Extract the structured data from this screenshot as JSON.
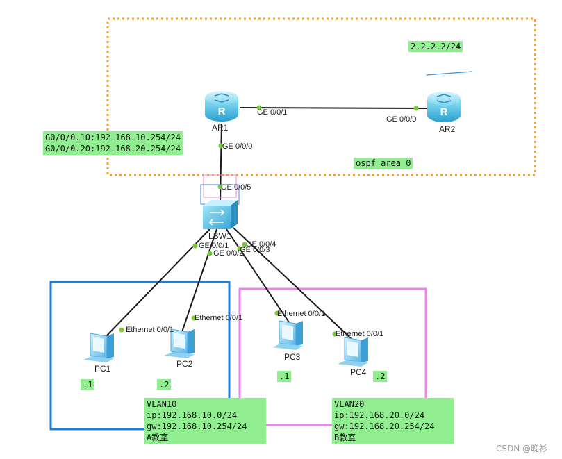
{
  "devices": {
    "ar1": "AR1",
    "ar2": "AR2",
    "lsw1": "LSW1",
    "pc1": "PC1",
    "pc2": "PC2",
    "pc3": "PC3",
    "pc4": "PC4"
  },
  "ports": {
    "ar1_to_ar2": "GE 0/0/1",
    "ar2_to_ar1": "GE 0/0/0",
    "ar1_to_lsw": "GE 0/0/0",
    "lsw_to_ar1": "GE 0/0/5",
    "lsw_to_pc1": "GE 0/0/1",
    "lsw_to_pc2": "GE 0/0/2",
    "lsw_to_pc3": "GE 0/0/3",
    "lsw_to_pc4": "GE 0/0/4",
    "pc1": "Ethernet 0/0/1",
    "pc2": "Ethernet 0/0/1",
    "pc3": "Ethernet 0/0/1",
    "pc4": "Ethernet 0/0/1"
  },
  "notes": {
    "ar2_ip": "2.2.2.2/24",
    "ospf": "ospf area 0",
    "subif_1": "G0/0/0.10:192.168.10.254/24",
    "subif_2": "G0/0/0.20:192.168.20.254/24",
    "pc1_host": ".1",
    "pc2_host": ".2",
    "pc3_host": ".1",
    "pc4_host": ".2",
    "vlan10": {
      "name": "VLAN10",
      "ip": "ip:192.168.10.0/24",
      "gw": "gw:192.168.10.254/24",
      "room": "A教室"
    },
    "vlan20": {
      "name": "VLAN20",
      "ip": "ip:192.168.20.0/24",
      "gw": "gw:192.168.20.254/24",
      "room": "B教室"
    }
  },
  "watermark": "CSDN @晚衫",
  "colors": {
    "ospf_border": "#f5a030",
    "vlan10_border": "#1e7fd8",
    "vlan20_border": "#ee82ee",
    "note_bg": "#90ee90",
    "link": "#1a1a1a",
    "port_dot": "#7cc63c"
  }
}
